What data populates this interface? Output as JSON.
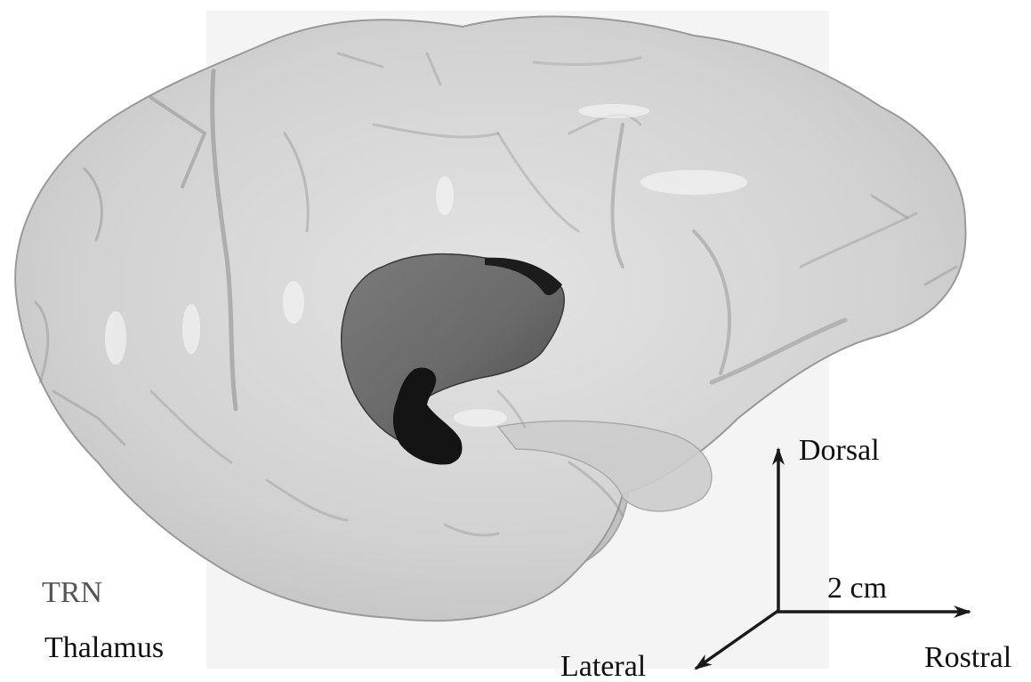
{
  "figure": {
    "legend": {
      "trn_label": "TRN",
      "thalamus_label": "Thalamus"
    },
    "orientation": {
      "dorsal_label": "Dorsal",
      "rostral_label": "Rostral",
      "lateral_label": "Lateral",
      "scale_label": "2 cm"
    },
    "colors": {
      "background": "#ffffff",
      "brain_surface": "#d2d2d2",
      "brain_outline": "#9a9a9a",
      "sulcus_shadow": "#8c8c8c",
      "thalamus": "#6e6e6e",
      "trn": "#141414",
      "arrow": "#1a1a1a",
      "trn_label_text": "#555555",
      "label_text": "#111111"
    }
  }
}
